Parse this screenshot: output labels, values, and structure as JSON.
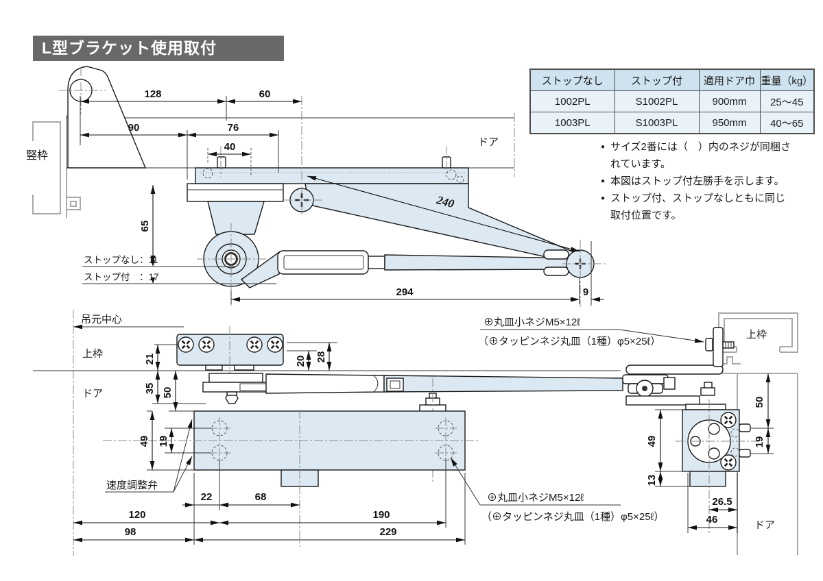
{
  "title": {
    "text": "L型ブラケット使用取付"
  },
  "spec_table": {
    "headers": [
      "ストップなし",
      "ストップ付",
      "適用ドア巾",
      "重量（kg）"
    ],
    "rows": [
      [
        "1002PL",
        "S1002PL",
        "900mm",
        "25～45"
      ],
      [
        "1003PL",
        "S1003PL",
        "950mm",
        "40～65"
      ]
    ]
  },
  "notes": {
    "bullet": "●",
    "line1": "サイズ2番には（　）内のネジが同梱さ",
    "line2": "れています。",
    "line3": "本図はストップ付左勝手を示します。",
    "line4": "ストップ付、ストップなしともに同じ",
    "line5": "取付位置です。"
  },
  "top_view": {
    "frame_label": "竪枠",
    "door_label": "ドア",
    "stop_none": "ストップなし：11",
    "stop_with": "ストップ付　：17",
    "dims": {
      "d128": "128",
      "d60": "60",
      "d90": "90",
      "d76": "76",
      "d40": "40",
      "d240": "240",
      "d65": "65",
      "d294": "294",
      "d9": "9"
    }
  },
  "bottom_view": {
    "hinge_center_label": "吊元中心",
    "top_frame_label": "上枠",
    "door_label": "ドア",
    "valve_label": "速度調整弁",
    "screw_note_top": {
      "line1": "⊕丸皿小ネジM5×12ℓ",
      "line2": "（⊕タッピンネジ丸皿（1種）φ5×25ℓ）"
    },
    "screw_note_bottom": {
      "line1": "⊕丸皿小ネジM5×12ℓ",
      "line2": "（⊕タッピンネジ丸皿（1種）φ5×25ℓ）"
    },
    "dims": {
      "d21": "21",
      "d35": "35",
      "d50": "50",
      "d20": "20",
      "d28": "28",
      "d49": "49",
      "d19": "19",
      "d22": "22",
      "d68": "68",
      "d120": "120",
      "d190": "190",
      "d98": "98",
      "d229": "229"
    },
    "side_view": {
      "top_frame_label": "上枠",
      "door_label": "ドア",
      "dims": {
        "d50": "50",
        "d19": "19",
        "d49": "49",
        "d13": "13",
        "d26_5": "26.5",
        "d46": "46"
      }
    }
  },
  "colors": {
    "title_bg": "#68696b",
    "title_fg": "#ffffff",
    "drawing_fill": "#dde9f2",
    "table_header_bg": "#cee3ef",
    "table_row_bg": "#e9f2f8",
    "table_border": "#4d4d4d",
    "line": "#1a1a1a",
    "reference_gray": "#a8a8a8"
  }
}
